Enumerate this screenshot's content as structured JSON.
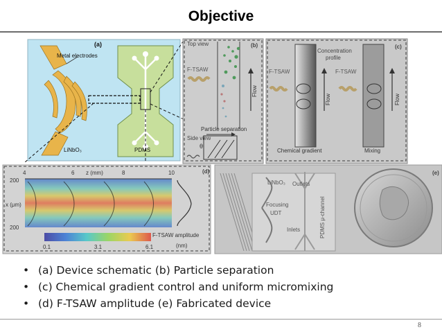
{
  "slide": {
    "title": "Objective",
    "page_number": "8",
    "bullets": [
      "(a) Device schematic (b) Particle separation",
      "(c) Chemical gradient control and uniform micromixing",
      "(d) F-TSAW amplitude (e) Fabricated device"
    ]
  },
  "figure": {
    "panel_a": {
      "tag": "(a)",
      "electrodes": "Metal electrodes",
      "substrate": "LiNbO₃",
      "channel": "PDMS"
    },
    "panel_b": {
      "tag": "(b)",
      "top_view": "Top view",
      "tsaw": "F-TSAW",
      "flow": "Flow",
      "particle_sep": "Particle separation",
      "side_view": "Side view",
      "theta": "θ"
    },
    "panel_c": {
      "tag": "(c)",
      "conc_line1": "Concentration",
      "conc_line2": "profile",
      "tsaw_left": "F-TSAW",
      "tsaw_right": "F-TSAW",
      "flow_left": "Flow",
      "flow_right": "Flow",
      "chem_gradient": "Chemical gradient",
      "mixing": "Mixing"
    },
    "panel_d": {
      "tag": "(d)",
      "x_ticks": [
        "4",
        "6",
        "8",
        "10"
      ],
      "x_label": "z (mm)",
      "y_ticks": [
        "200",
        "200"
      ],
      "y_label": "x (μm)",
      "amp_line1": "F-TSAW amplitude",
      "amp_line2": "(nm)",
      "cbar_ticks": [
        "0.1",
        "3.1",
        "6.1"
      ]
    },
    "panel_e": {
      "tag": "(e)",
      "substrate": "LiNbO₃",
      "outlets": "Outlets",
      "focusing": "Focusing",
      "udt": "UDT",
      "inlets": "Inlets",
      "pdms": "PDMS μ-channel"
    }
  },
  "colors": {
    "accent_gold": "#e8b44a",
    "panel_a_bg": "#bfe4f2",
    "chip_green": "#c7df9c",
    "panel_dim": "#c9c9c9"
  }
}
